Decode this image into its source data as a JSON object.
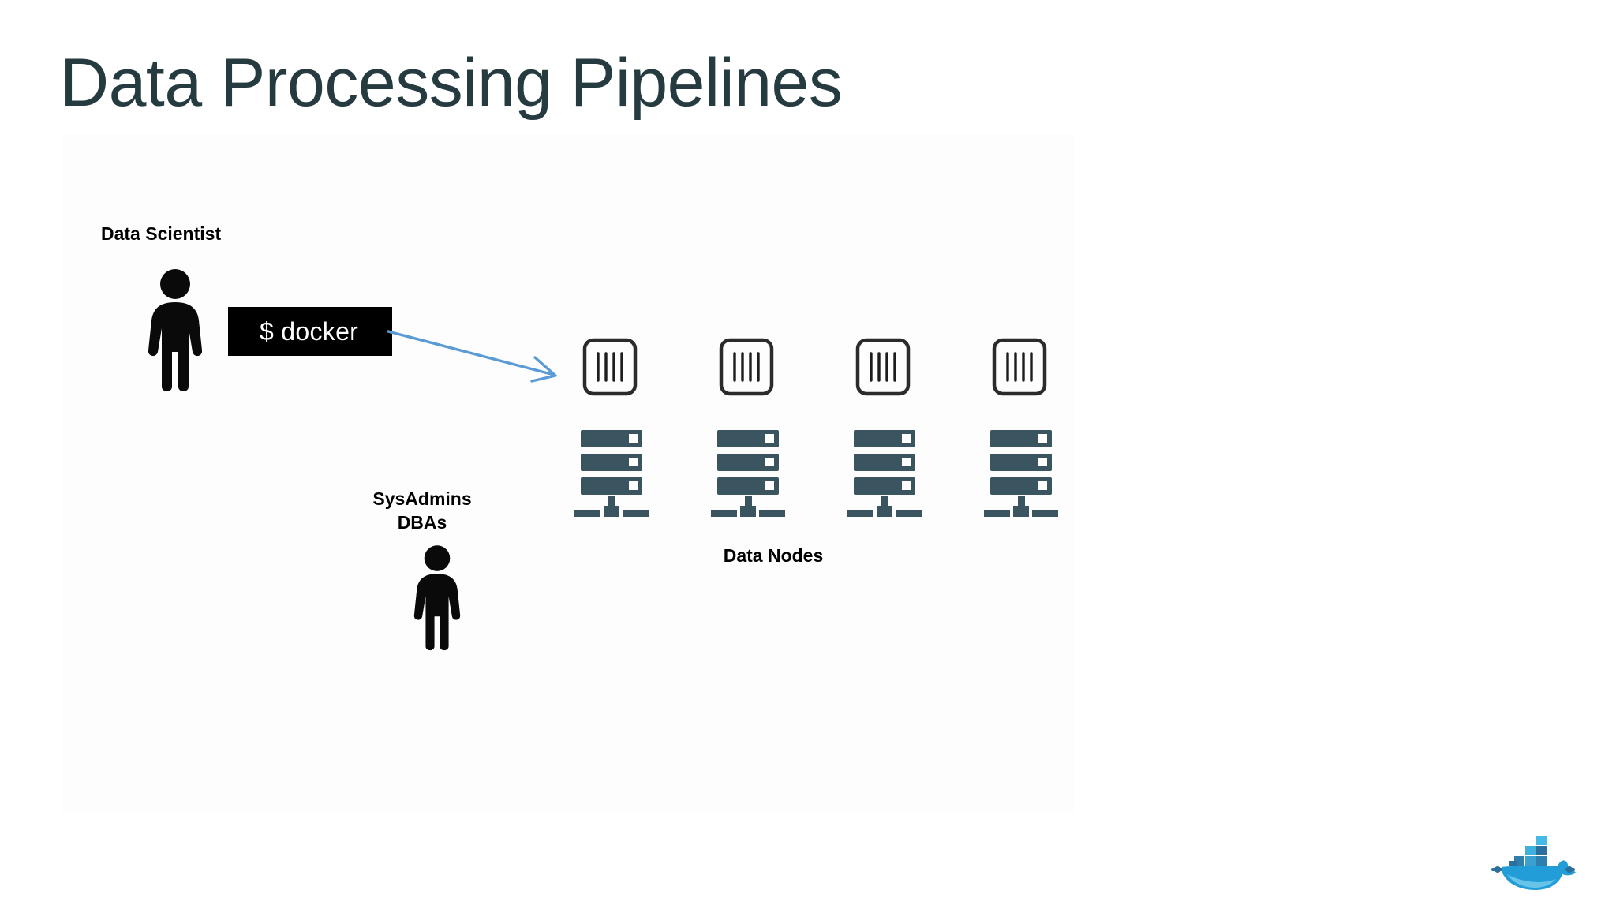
{
  "slide": {
    "title": "Data Processing Pipelines",
    "background_color": "#ffffff",
    "title_color": "#253b40"
  },
  "actors": [
    {
      "id": "data-scientist",
      "label": "Data Scientist",
      "icon": "person-pictogram-icon",
      "color": "#000000"
    },
    {
      "id": "sysadmins-dbas",
      "label": "SysAdmins\nDBAs",
      "icon": "person-pictogram-icon",
      "color": "#000000"
    }
  ],
  "terminal": {
    "command": "$ docker",
    "background_color": "#000000",
    "text_color": "#ffffff"
  },
  "arrow": {
    "icon": "arrow-right-icon",
    "color": "#5b9bd5",
    "from": "terminal",
    "to": "data-nodes"
  },
  "cluster": {
    "label": "Data Nodes",
    "node_count": 4,
    "node_color": "#3a5460",
    "container_outline_color": "#2b2b2b",
    "container_fill_color": "#fdfdfd",
    "led_color": "#ffffff",
    "nodes": [
      {
        "container_icon": "container-icon",
        "server_icon": "server-rack-icon"
      },
      {
        "container_icon": "container-icon",
        "server_icon": "server-rack-icon"
      },
      {
        "container_icon": "container-icon",
        "server_icon": "server-rack-icon"
      },
      {
        "container_icon": "container-icon",
        "server_icon": "server-rack-icon"
      }
    ]
  },
  "branding": {
    "logo": "docker-whale-logo",
    "primary_color": "#2496ed",
    "accent_color": "#0db7ed"
  }
}
